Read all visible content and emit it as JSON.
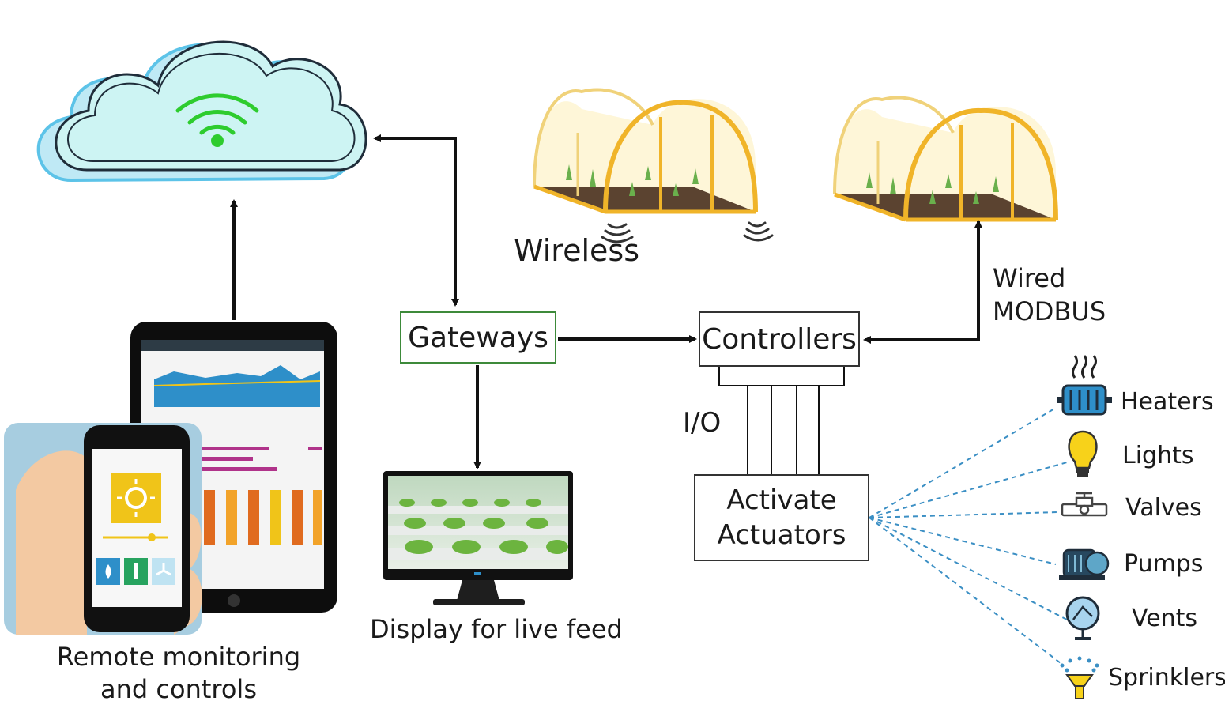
{
  "labels": {
    "wireless": "Wireless",
    "wired_line1": "Wired",
    "wired_line2": "MODBUS",
    "io": "I/O",
    "display": "Display for live feed",
    "remote_line1": "Remote monitoring",
    "remote_line2": "and controls"
  },
  "boxes": {
    "gateways": "Gateways",
    "controllers": "Controllers",
    "actuators_line1": "Activate",
    "actuators_line2": "Actuators"
  },
  "devices": [
    "Heaters",
    "Lights",
    "Valves",
    "Pumps",
    "Vents",
    "Sprinklers"
  ],
  "colors": {
    "cloud_fill": "#cdf4f3",
    "cloud_shadow": "#5cc3e8",
    "wifi": "#2ecc2e",
    "greenhouse_frame": "#f0b429",
    "soil": "#5b4330",
    "plant": "#6ab04c",
    "gateway_border": "#3d8a3a",
    "dashed": "#3b8fc4"
  },
  "icons": [
    "cloud-icon",
    "wifi-icon",
    "greenhouse-icon",
    "tablet-icon",
    "phone-icon",
    "monitor-icon",
    "heater-icon",
    "bulb-icon",
    "valve-icon",
    "pump-icon",
    "vent-icon",
    "sprinkler-icon"
  ]
}
